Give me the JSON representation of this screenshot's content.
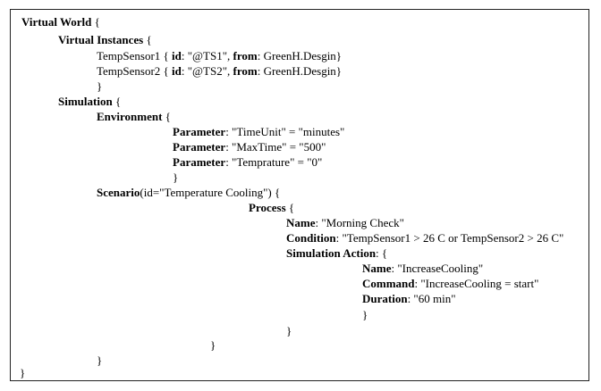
{
  "code": {
    "virtual_world": {
      "kw": "Virtual World",
      "open": " {"
    },
    "virtual_instances": {
      "kw": "Virtual Instances",
      "open": " {"
    },
    "instances": [
      {
        "name": "TempSensor1 { ",
        "id_kw": "id",
        "id_val": ": \"@TS1\", ",
        "from_kw": "from",
        "from_val": ": GreenH.Desgin}"
      },
      {
        "name": "TempSensor2 { ",
        "id_kw": "id",
        "id_val": ": \"@TS2\", ",
        "from_kw": "from",
        "from_val": ": GreenH.Desgin}"
      }
    ],
    "simulation": {
      "kw": "Simulation",
      "open": " {"
    },
    "environment": {
      "kw": "Environment",
      "open": " {"
    },
    "parameters": [
      {
        "kw": "Parameter",
        "val": ": \"TimeUnit\" = \"minutes\""
      },
      {
        "kw": "Parameter",
        "val": ": \"MaxTime\" = \"500\""
      },
      {
        "kw": "Parameter",
        "val": ": \"Temprature\" = \"0\""
      }
    ],
    "scenario": {
      "kw": "Scenario",
      "rest": "(id=\"Temperature Cooling\") {"
    },
    "process": {
      "kw": "Process",
      "open": " {"
    },
    "process_fields": [
      {
        "kw": "Name",
        "val": ": \"Morning Check\""
      },
      {
        "kw": "Condition",
        "val": ": \"TempSensor1 > 26 C or TempSensor2 > 26 C\""
      },
      {
        "kw": "Simulation Action",
        "val": ": {"
      }
    ],
    "action_fields": [
      {
        "kw": "Name",
        "val": ": \"IncreaseCooling\""
      },
      {
        "kw": "Command",
        "val": ": \"IncreaseCooling = start\""
      },
      {
        "kw": "Duration",
        "val": ": \"60 min\""
      }
    ],
    "close_brace": "}"
  }
}
